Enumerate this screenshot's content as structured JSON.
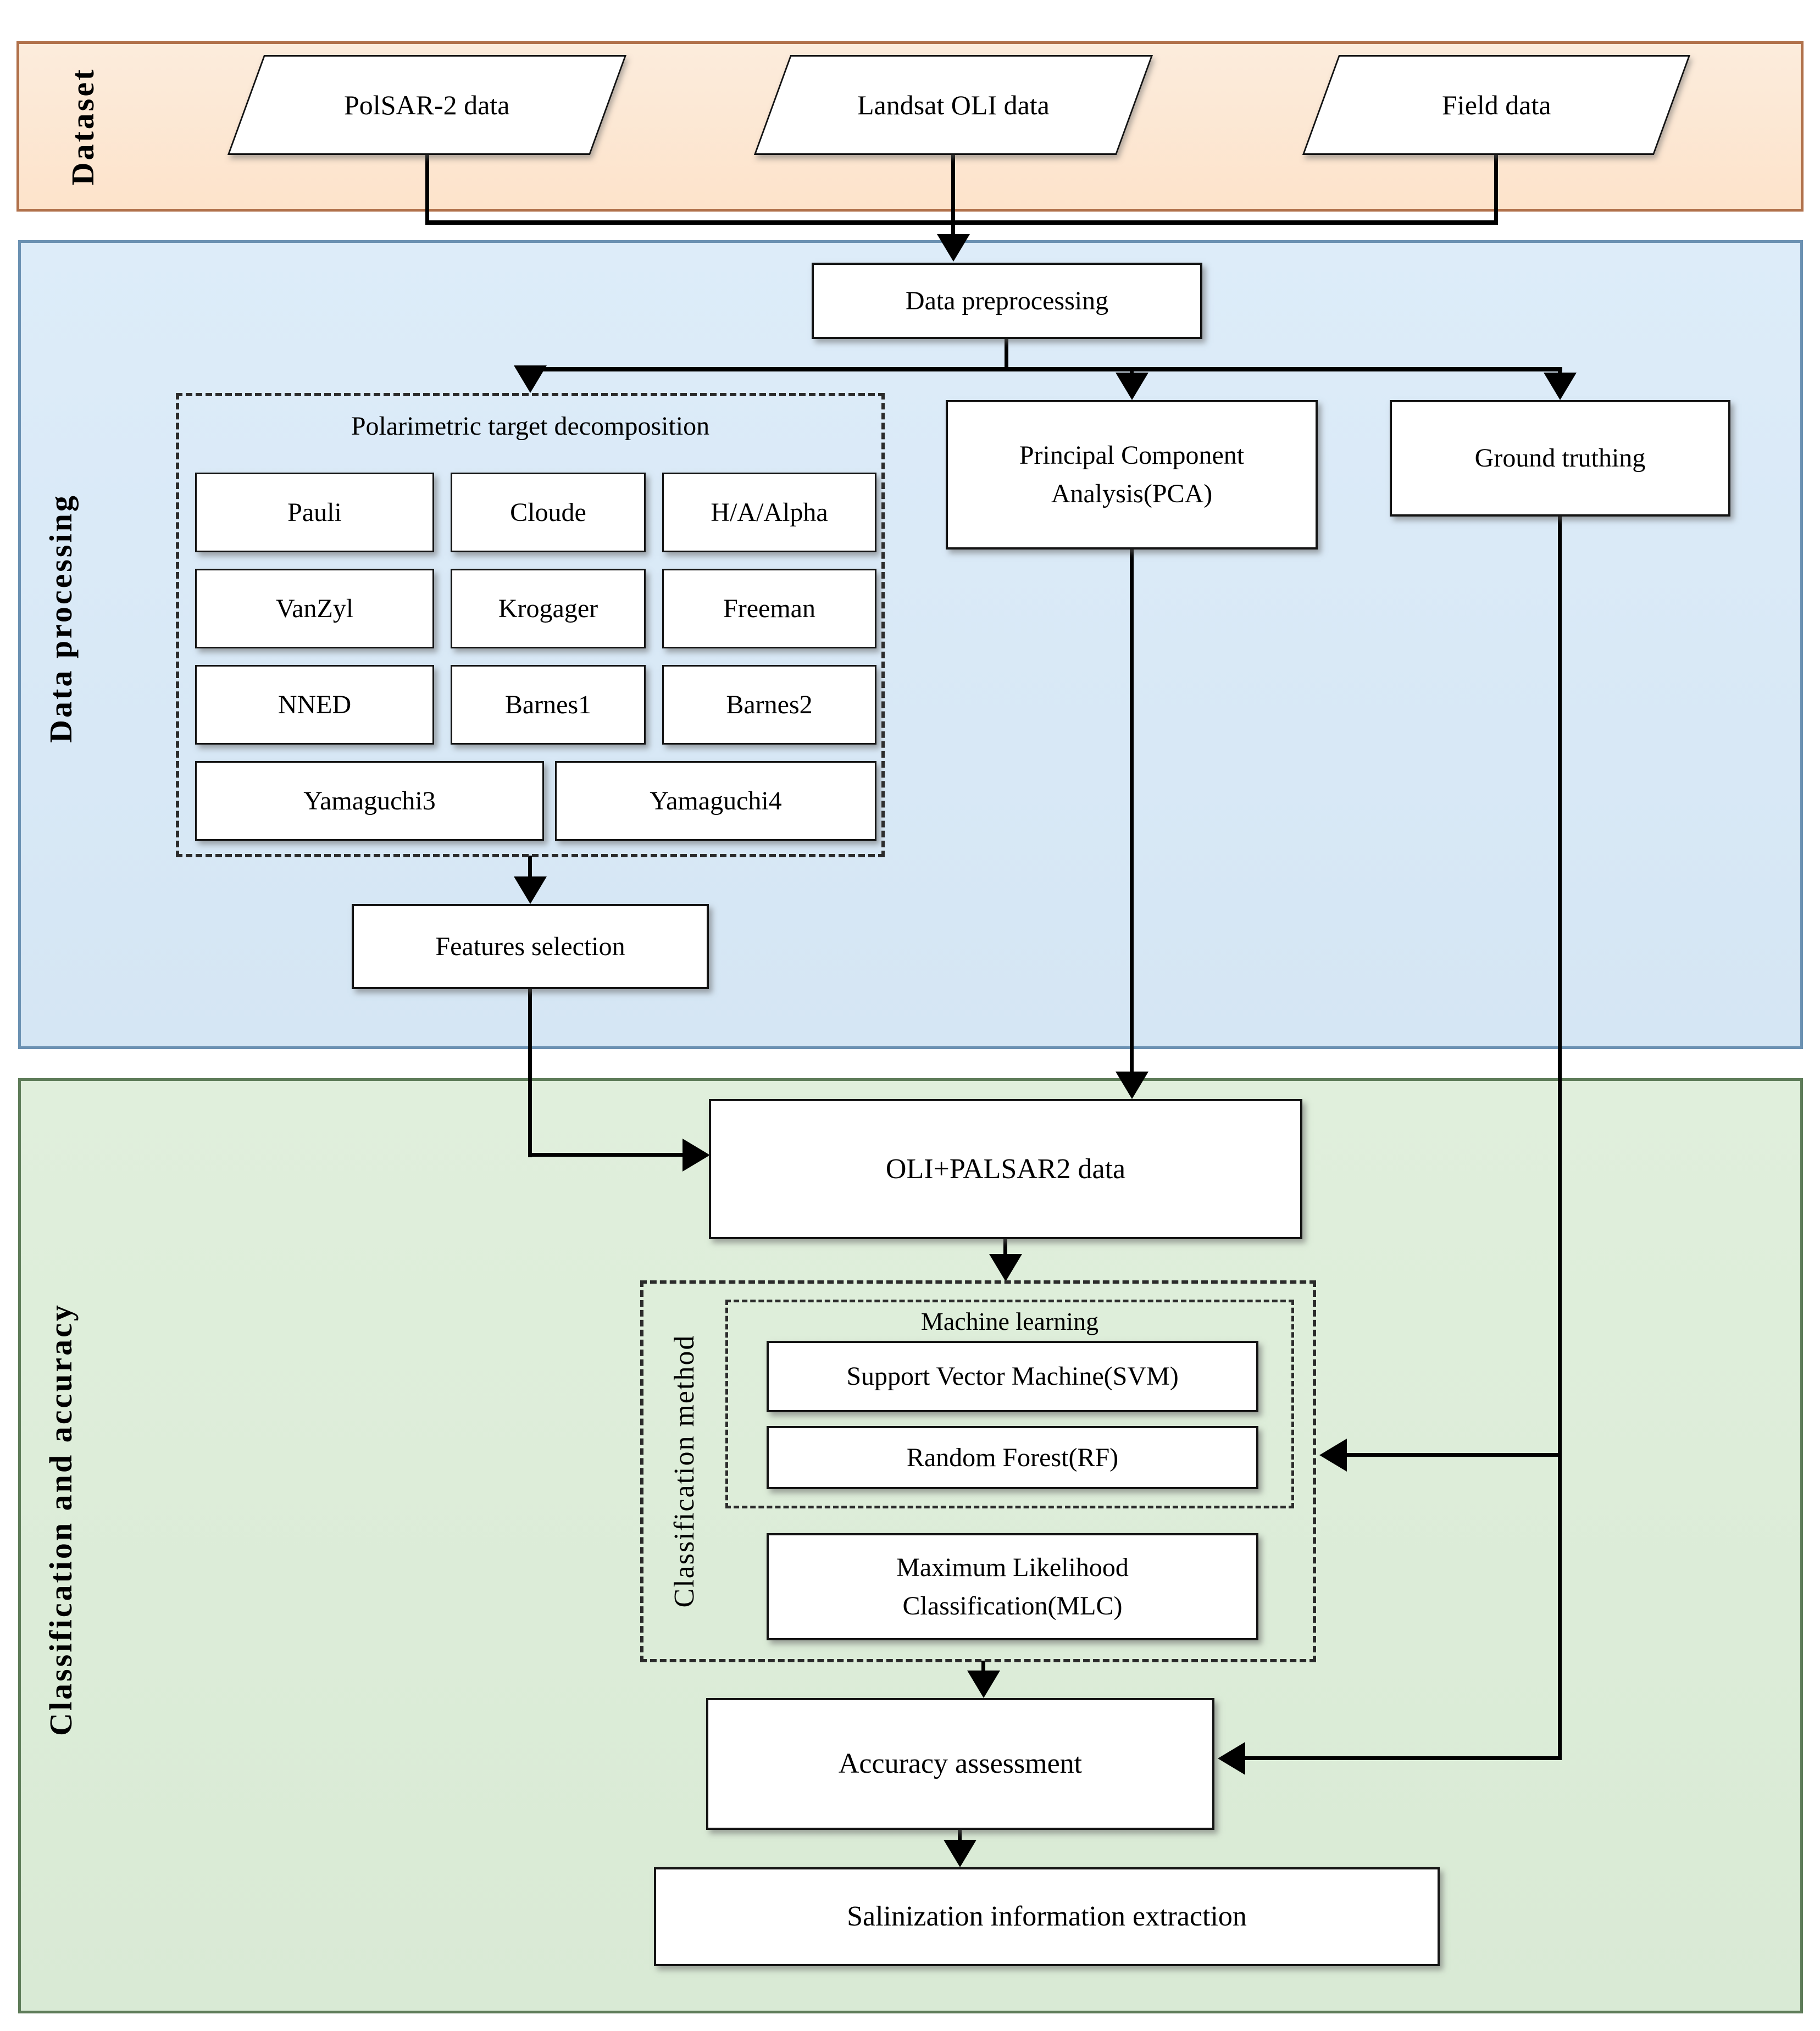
{
  "bands": {
    "dataset": {
      "label": "Dataset",
      "fill": "#fde3cb",
      "border": "#b1714b"
    },
    "data_processing": {
      "label": "Data processing",
      "fill": "#d9e8f6",
      "border": "#6b91b2"
    },
    "classification": {
      "label": "Classification and accuracy",
      "fill": "#dcecd9",
      "border": "#5e7c59"
    }
  },
  "dataset_inputs": {
    "polsar": "PolSAR-2 data",
    "landsat": "Landsat OLI data",
    "field": "Field data"
  },
  "processing": {
    "preprocessing": "Data preprocessing",
    "decomposition": {
      "title": "Polarimetric target decomposition",
      "methods": [
        "Pauli",
        "Cloude",
        "H/A/Alpha",
        "VanZyl",
        "Krogager",
        "Freeman",
        "NNED",
        "Barnes1",
        "Barnes2",
        "Yamaguchi3",
        "Yamaguchi4"
      ]
    },
    "pca": "Principal Component Analysis(PCA)",
    "ground_truthing": "Ground truthing",
    "features_selection": "Features selection"
  },
  "classification_stage": {
    "combined_data": "OLI+PALSAR2 data",
    "method_label": "Classification method",
    "machine_learning": {
      "title": "Machine learning",
      "svm": "Support Vector Machine(SVM)",
      "rf": "Random Forest(RF)"
    },
    "mlc": "Maximum Likelihood Classification(MLC)",
    "accuracy": "Accuracy assessment",
    "salinization": "Salinization information extraction"
  }
}
